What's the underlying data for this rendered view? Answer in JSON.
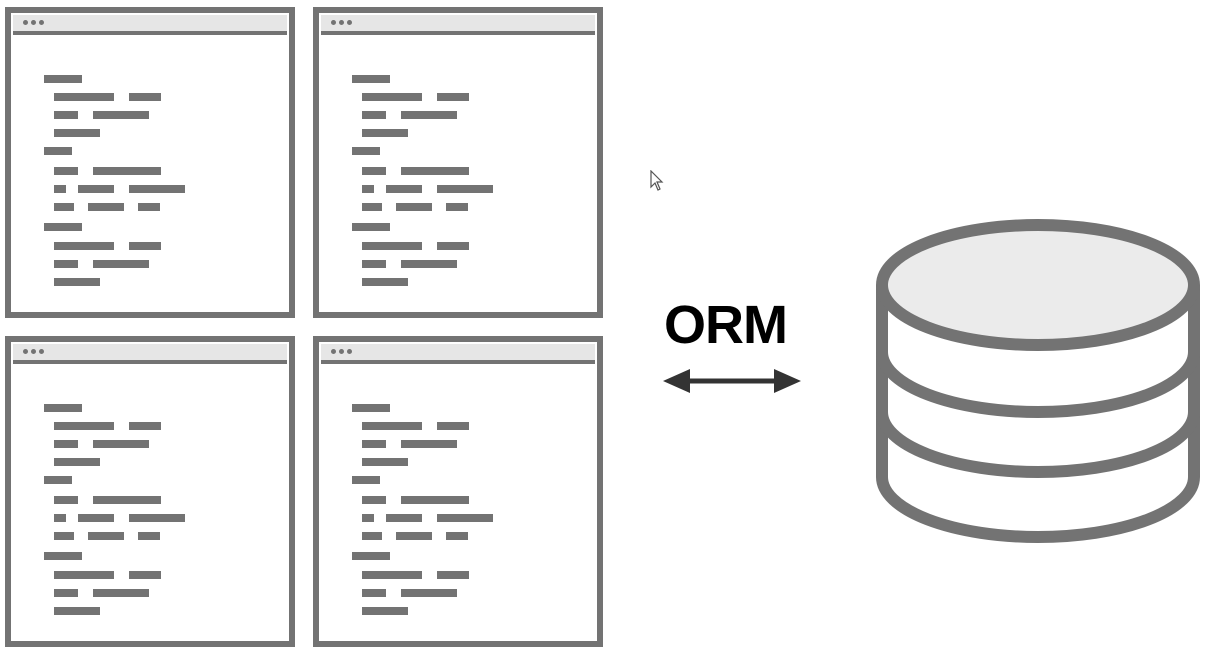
{
  "diagram": {
    "connector_label": "ORM",
    "colors": {
      "stroke": "#737373",
      "titlebar_fill": "#e6e6e6",
      "db_top_fill": "#ebebeb",
      "label": "#000000",
      "arrow": "#333333"
    },
    "windows": [
      {
        "name": "code-window-top-left"
      },
      {
        "name": "code-window-top-right"
      },
      {
        "name": "code-window-bottom-left"
      },
      {
        "name": "code-window-bottom-right"
      }
    ],
    "icons": [
      "window-dots-icon",
      "double-arrow-icon",
      "database-icon",
      "cursor-icon"
    ]
  }
}
